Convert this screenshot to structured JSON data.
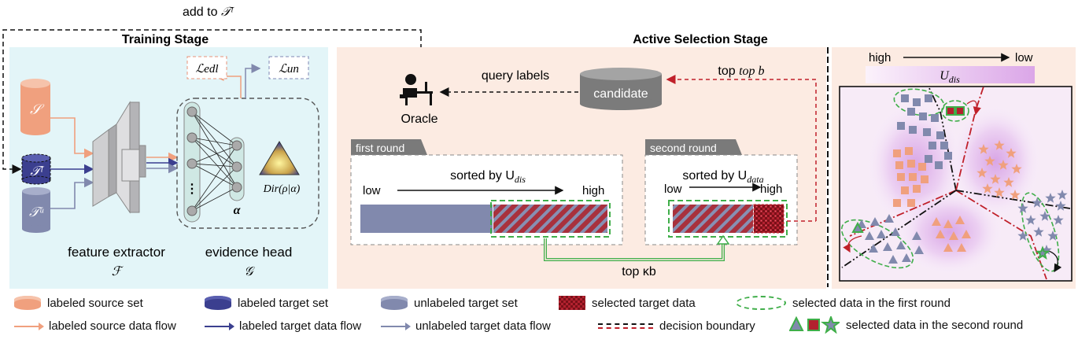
{
  "training": {
    "title": "Training Stage",
    "add_to_label": "add to ",
    "add_to_symbol": "𝒯ˡ",
    "source_set_symbol": "𝒮",
    "labeled_target_symbol": "𝒯ˡ",
    "unlabeled_target_symbol": "𝒯ᵘ",
    "loss_edl": "ℒedl",
    "loss_un": "ℒun",
    "alpha": "α",
    "dirichlet": "Dir(ρ|α)",
    "feature_extractor_label": "feature extractor",
    "feature_extractor_symbol": "ℱ",
    "evidence_head_label": "evidence head",
    "evidence_head_symbol": "𝒢"
  },
  "active": {
    "title": "Active Selection Stage",
    "oracle_label": "Oracle",
    "query_labels": "query labels",
    "candidate": "candidate",
    "top_b": "top b",
    "first_round_tab": "first round",
    "second_round_tab": "second round",
    "sorted_dis": "sorted by U",
    "sorted_dis_sub": "dis",
    "sorted_data": "sorted by U",
    "sorted_data_sub": "data",
    "low": "low",
    "high": "high",
    "top_kb": "top κb"
  },
  "scatter": {
    "high": "high",
    "low": "low",
    "u_dis": "U",
    "u_dis_sub": "dis"
  },
  "legend": {
    "row1": [
      "labeled source set",
      "labeled target set",
      "unlabeled target set",
      "selected target data",
      "selected data in the first round"
    ],
    "row2": [
      "labeled source data flow",
      "labeled target data flow",
      "unlabeled target data flow",
      "decision boundary",
      "selected data in the second round"
    ]
  },
  "colors": {
    "source": "#f0a07e",
    "labeled_target": "#3b3f8f",
    "unlabeled_target": "#8189ad",
    "selected": "#9c1f2a",
    "green": "#3fae49",
    "red": "#d62728",
    "train_bg": "#e6f6f8",
    "active_bg": "#fcebe2"
  }
}
